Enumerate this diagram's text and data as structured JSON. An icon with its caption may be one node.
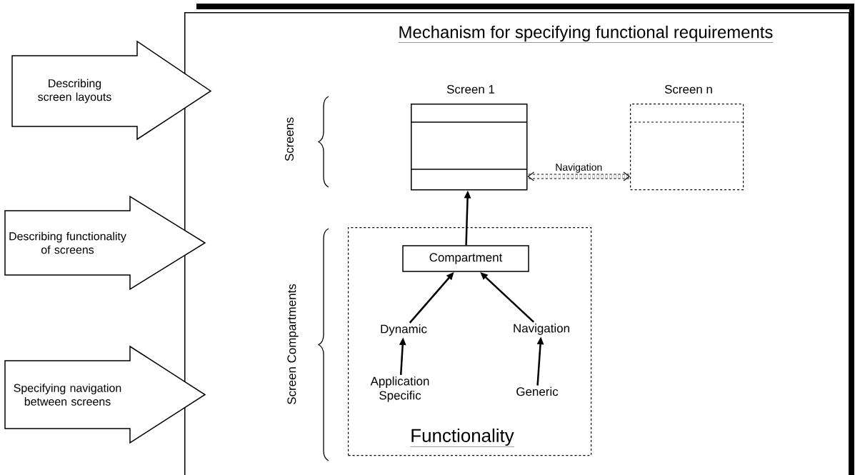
{
  "diagram": {
    "nodes": [
      {
        "text": [
          "Describing screen layouts"
        ]
      },
      {
        "text": [
          "Describing functionality of screens"
        ]
      },
      {
        "text": [
          "Specifying navigation between screens"
        ]
      },
      {
        "text": [
          "Mechanism for specifying functional requirements"
        ]
      },
      {
        "text": [
          "Screen 1"
        ],
        "in": 3
      },
      {
        "text": [
          "Screen n"
        ],
        "in": 3
      },
      {
        "text": [
          "Functionality"
        ],
        "in": 3
      },
      {
        "text": [
          "Compartment"
        ],
        "in": 6
      },
      {
        "text": [
          "Dynamic"
        ],
        "in": 6
      },
      {
        "text": [
          "Navigation"
        ],
        "in": 6
      },
      {
        "text": [
          "Application Specific"
        ],
        "in": 6
      },
      {
        "text": [
          "Generic"
        ],
        "in": 6
      }
    ],
    "edges": [
      {
        "from": 7,
        "to": 4,
        "arrow": "to"
      },
      {
        "from": 4,
        "to": 5,
        "arrow": "both",
        "label": "Navigation",
        "style": "dashed"
      },
      {
        "from": 8,
        "to": 7,
        "arrow": "to"
      },
      {
        "from": 9,
        "to": 7,
        "arrow": "to"
      },
      {
        "from": 10,
        "to": 8,
        "arrow": "to"
      },
      {
        "from": 11,
        "to": 9,
        "arrow": "to"
      }
    ],
    "labels": [
      "Screens",
      "Screen Compartments"
    ]
  }
}
